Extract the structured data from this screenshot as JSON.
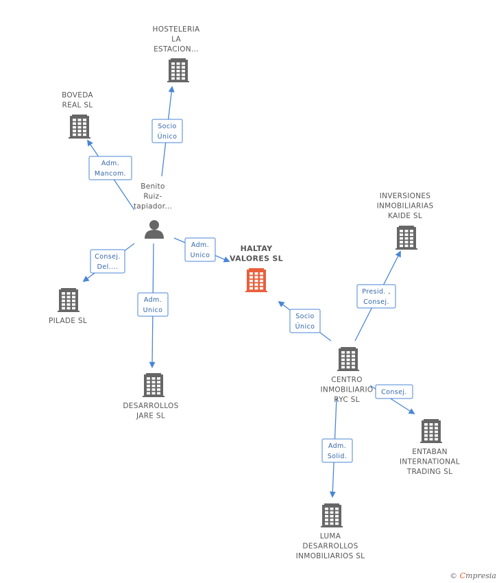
{
  "nodes": [
    {
      "id": "haltay",
      "type": "company",
      "main": true,
      "lines": [
        "HALTAY",
        "VALORES SL"
      ]
    },
    {
      "id": "benito",
      "type": "person",
      "lines": [
        "Benito",
        "Ruiz-",
        "tapiador..."
      ]
    },
    {
      "id": "hosteleria",
      "type": "company",
      "lines": [
        "HOSTELERIA",
        "LA",
        "ESTACION..."
      ]
    },
    {
      "id": "boveda",
      "type": "company",
      "lines": [
        "BOVEDA",
        "REAL SL"
      ]
    },
    {
      "id": "pilade",
      "type": "company",
      "lines": [
        "PILADE SL"
      ]
    },
    {
      "id": "desarrollos_jare",
      "type": "company",
      "lines": [
        "DESARROLLOS",
        "JARE SL"
      ]
    },
    {
      "id": "centro",
      "type": "company",
      "lines": [
        "CENTRO",
        "INMOBILIARIO",
        "RYC SL"
      ]
    },
    {
      "id": "inversiones",
      "type": "company",
      "lines": [
        "INVERSIONES",
        "INMOBILIARIAS",
        "KAIDE SL"
      ]
    },
    {
      "id": "entaban",
      "type": "company",
      "lines": [
        "ENTABAN",
        "INTERNATIONAL",
        "TRADING SL"
      ]
    },
    {
      "id": "luma",
      "type": "company",
      "lines": [
        "LUMA",
        "DESARROLLOS",
        "INMOBILIARIOS SL"
      ]
    }
  ],
  "edges": [
    {
      "from": "benito",
      "to": "hosteleria",
      "lines": [
        "Socio",
        "Único"
      ]
    },
    {
      "from": "benito",
      "to": "boveda",
      "lines": [
        "Adm.",
        "Mancom."
      ]
    },
    {
      "from": "benito",
      "to": "haltay",
      "lines": [
        "Adm.",
        "Unico"
      ]
    },
    {
      "from": "benito",
      "to": "pilade",
      "lines": [
        "Consej.",
        "Del...."
      ]
    },
    {
      "from": "benito",
      "to": "desarrollos_jare",
      "lines": [
        "Adm.",
        "Unico"
      ]
    },
    {
      "from": "centro",
      "to": "haltay",
      "lines": [
        "Socio",
        "Único"
      ]
    },
    {
      "from": "centro",
      "to": "inversiones",
      "lines": [
        "Presid. ,",
        "Consej."
      ]
    },
    {
      "from": "centro",
      "to": "entaban",
      "lines": [
        "Consej."
      ]
    },
    {
      "from": "centro",
      "to": "luma",
      "lines": [
        "Adm.",
        "Solid."
      ]
    }
  ],
  "colors": {
    "main_company": "#e8603c",
    "company": "#666666",
    "person": "#666666",
    "edge": "#4a86d4"
  },
  "footer": {
    "copyright": "©",
    "brand_first": "C",
    "brand_rest": "mpresia"
  }
}
